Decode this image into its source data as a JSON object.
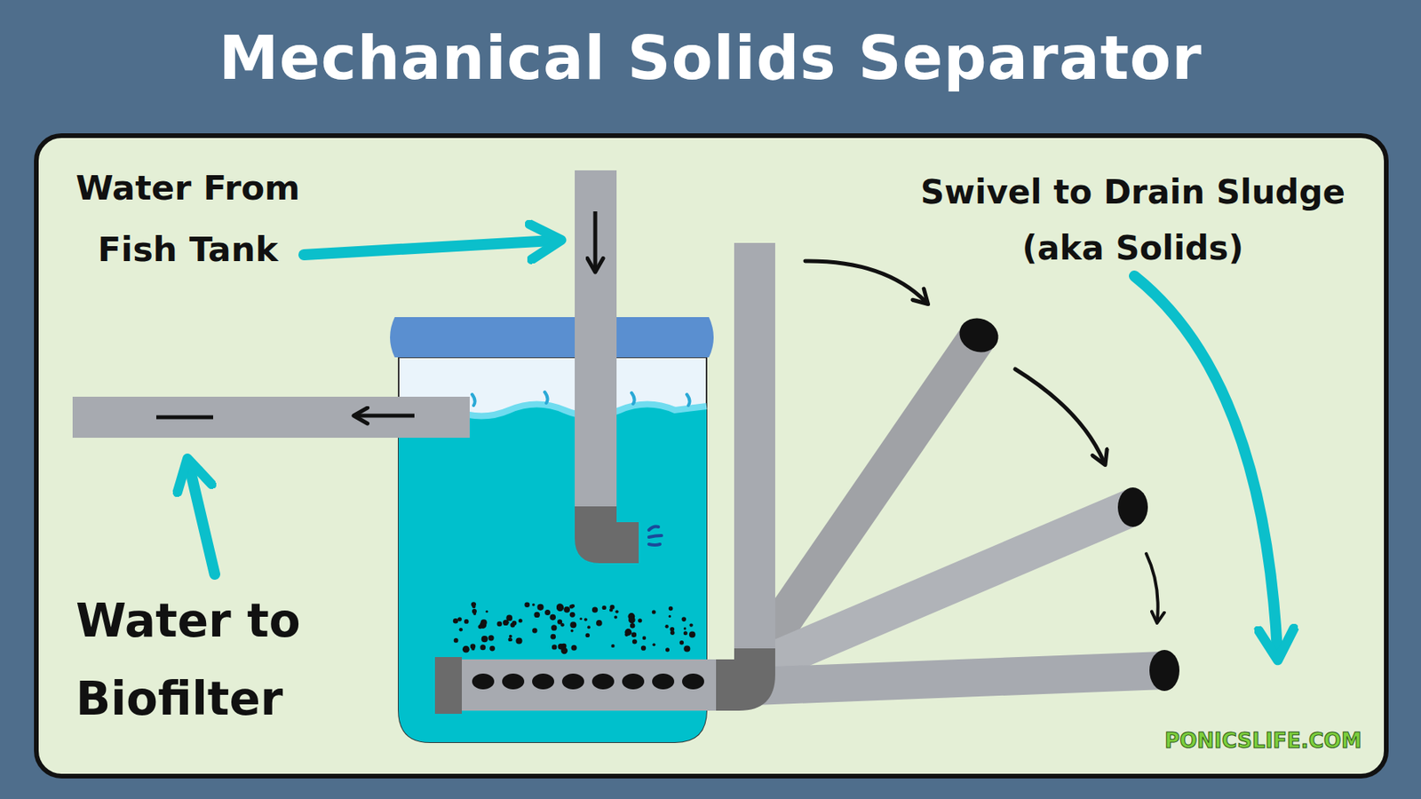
{
  "diagram": {
    "title": "Mechanical Solids Separator",
    "labels": [
      "Water From Fish Tank",
      "Water to Biofilter",
      "Swivel to Drain Sludge (aka Solids)",
      "PONICSLIFE.COM"
    ]
  }
}
